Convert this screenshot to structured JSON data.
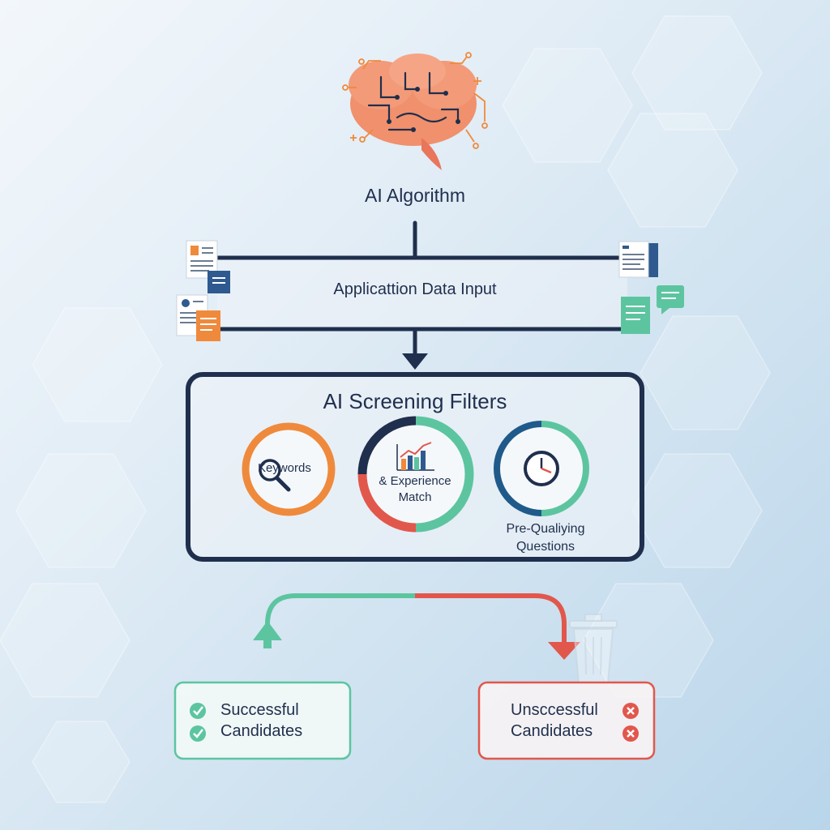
{
  "diagram": {
    "title": "AI Algorithm",
    "input_label": "Applicattion Data Input",
    "filters": {
      "title": "AI Screening Filters",
      "keywords": "Keywords",
      "experience_line1": "& Experience",
      "experience_line2": "Match",
      "prequal_line1": "Pre-Qualiying",
      "prequal_line2": "Questions"
    },
    "outcomes": {
      "success_line1": "Successful",
      "success_line2": "Candidates",
      "fail_line1": "Unsccessful",
      "fail_line2": "Candidates"
    }
  },
  "colors": {
    "navy": "#1f2f4d",
    "orange": "#ef8a3c",
    "green": "#5cc5a0",
    "red": "#e2574c",
    "brain": "#f0906c"
  },
  "icons": [
    "brain-icon",
    "resume-icon",
    "document-icon",
    "chat-bubble-icon",
    "magnifier-icon",
    "bar-chart-icon",
    "clock-icon",
    "check-icon",
    "x-icon",
    "trash-can-icon"
  ]
}
